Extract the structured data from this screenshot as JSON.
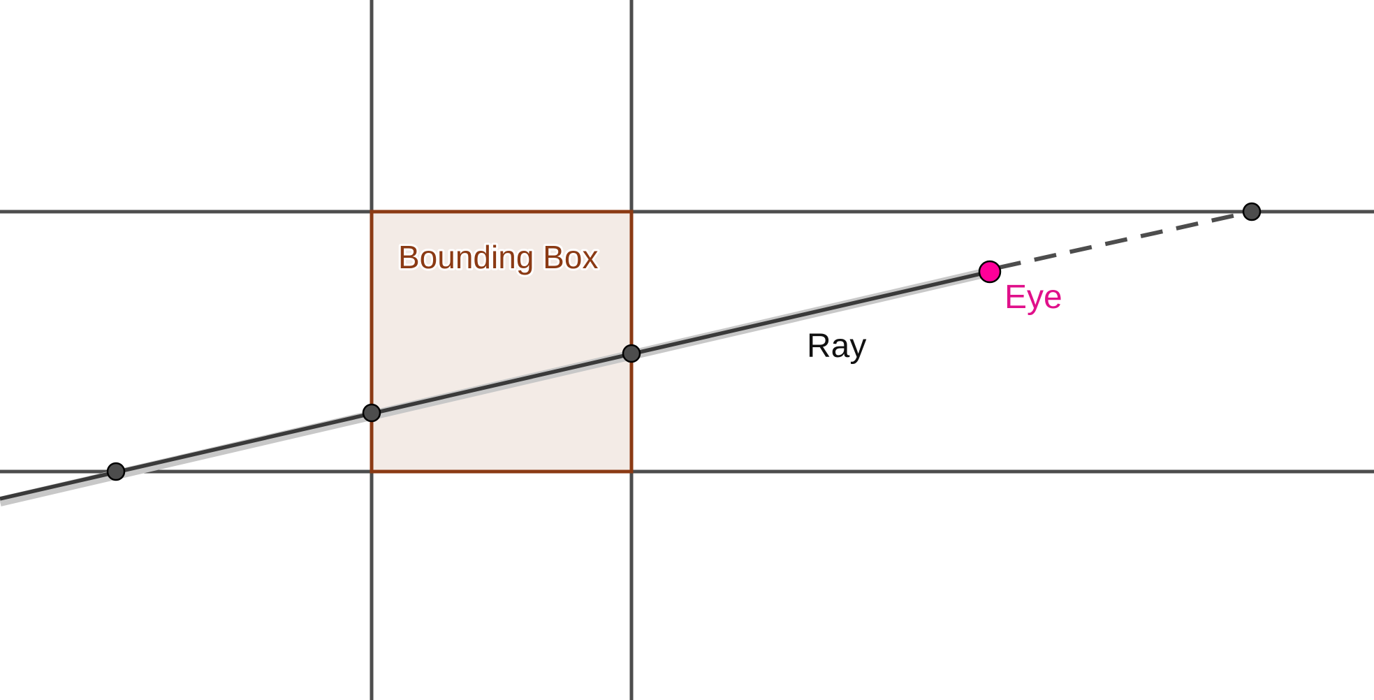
{
  "labels": {
    "bounding_box": "Bounding Box",
    "eye": "Eye",
    "ray": "Ray"
  },
  "colors": {
    "grid_line": "#4d4d4d",
    "box_stroke": "#8b3a14",
    "box_fill": "#f3ebe6",
    "ray": "#3a3a3a",
    "ray_halo": "#c8c8c8",
    "eye_point": "#ff0099",
    "point_fill": "#4d4d4d",
    "eye_label": "#e0108a",
    "box_label": "#8b3a14",
    "ray_label": "#111111"
  }
}
